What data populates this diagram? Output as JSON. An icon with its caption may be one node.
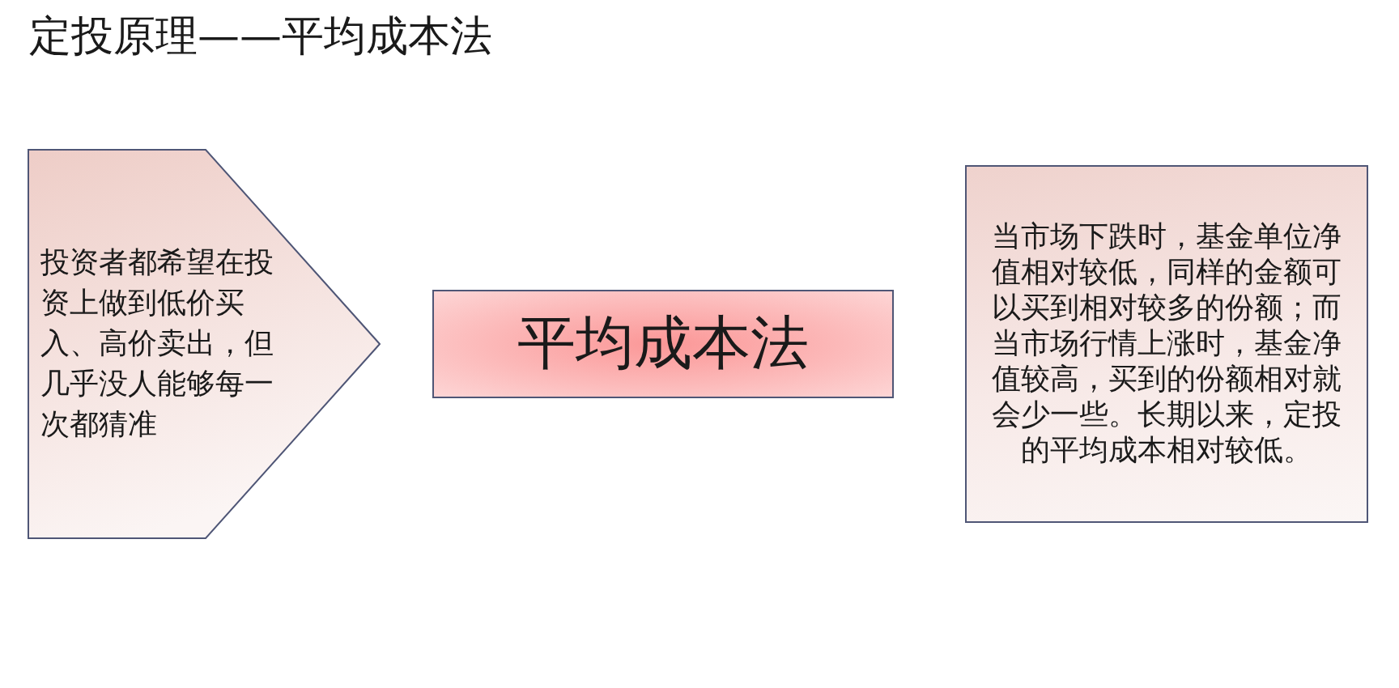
{
  "diagram": {
    "title": "定投原理——平均成本法",
    "nodes": [
      {
        "text": [
          "投资者都希望在投资上做到低价买入、高价卖出，但几乎没人能够每一次都猜准"
        ]
      },
      {
        "text": [
          "平均成本法"
        ]
      },
      {
        "text": [
          "当市场下跌时，基金单位净值相对较低，同样的金额可以买到相对较多的份额；而当市场行情上涨时，基金净值较高，买到的份额相对就会少一些。长期以来，定投的平均成本相对较低。"
        ]
      }
    ]
  }
}
